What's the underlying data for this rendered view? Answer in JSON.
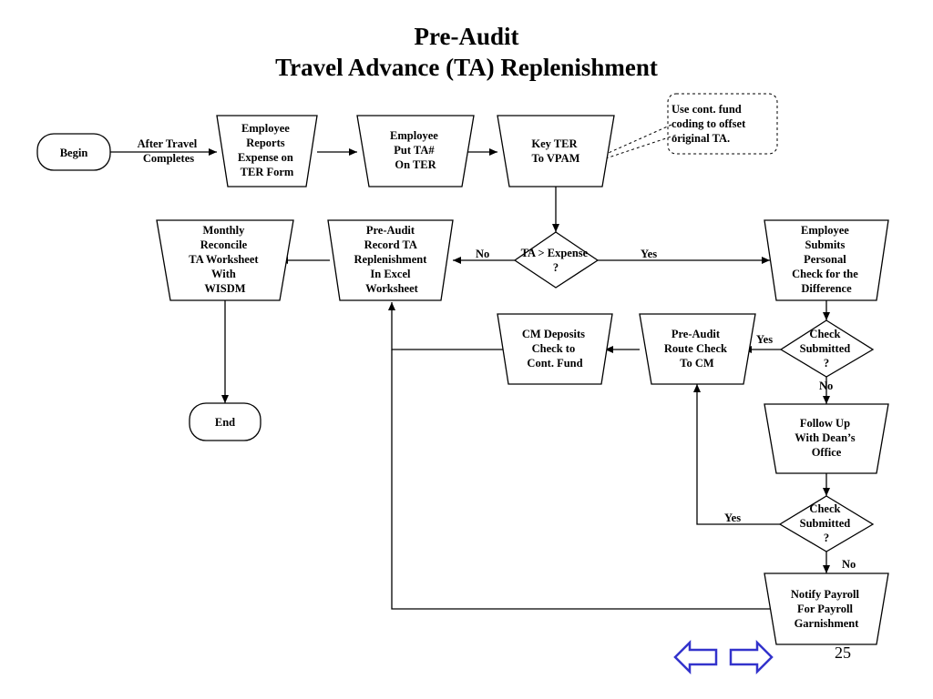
{
  "title": {
    "line1": "Pre-Audit",
    "line2": "Travel Advance (TA) Replenishment"
  },
  "nodes": {
    "begin": [
      "Begin"
    ],
    "after_travel": [
      "After Travel",
      "Completes"
    ],
    "emp_reports": [
      "Employee",
      "Reports",
      "Expense on",
      "TER Form"
    ],
    "emp_put_ta": [
      "Employee",
      "Put TA#",
      "On TER"
    ],
    "key_ter": [
      "Key TER",
      "To VPAM"
    ],
    "note": [
      "Use cont. fund",
      "coding to offset",
      "original TA."
    ],
    "decision_ta": [
      "TA > Expense",
      "?"
    ],
    "pre_audit_record": [
      "Pre-Audit",
      "Record TA",
      "Replenishment",
      "In Excel",
      "Worksheet"
    ],
    "monthly_reconcile": [
      "Monthly",
      "Reconcile",
      "TA Worksheet",
      "With",
      "WISDM"
    ],
    "emp_submits": [
      "Employee",
      "Submits",
      "Personal",
      "Check for the",
      "Difference"
    ],
    "check_submitted_1": [
      "Check",
      "Submitted",
      "?"
    ],
    "pre_audit_route": [
      "Pre-Audit",
      "Route Check",
      "To CM"
    ],
    "cm_deposits": [
      "CM Deposits",
      "Check to",
      "Cont. Fund"
    ],
    "follow_up": [
      "Follow Up",
      "With Dean’s",
      "Office"
    ],
    "check_submitted_2": [
      "Check",
      "Submitted",
      "?"
    ],
    "notify_payroll": [
      "Notify Payroll",
      "For Payroll",
      "Garnishment"
    ],
    "end": [
      "End"
    ]
  },
  "labels": {
    "no_left": "No",
    "yes_right": "Yes",
    "yes_check1": "Yes",
    "no_check1": "No",
    "yes_check2": "Yes",
    "no_check2": "No"
  },
  "page_number": "25",
  "nav": {
    "prev": "previous-arrow-icon",
    "next": "next-arrow-icon",
    "color": "#3333cc"
  }
}
